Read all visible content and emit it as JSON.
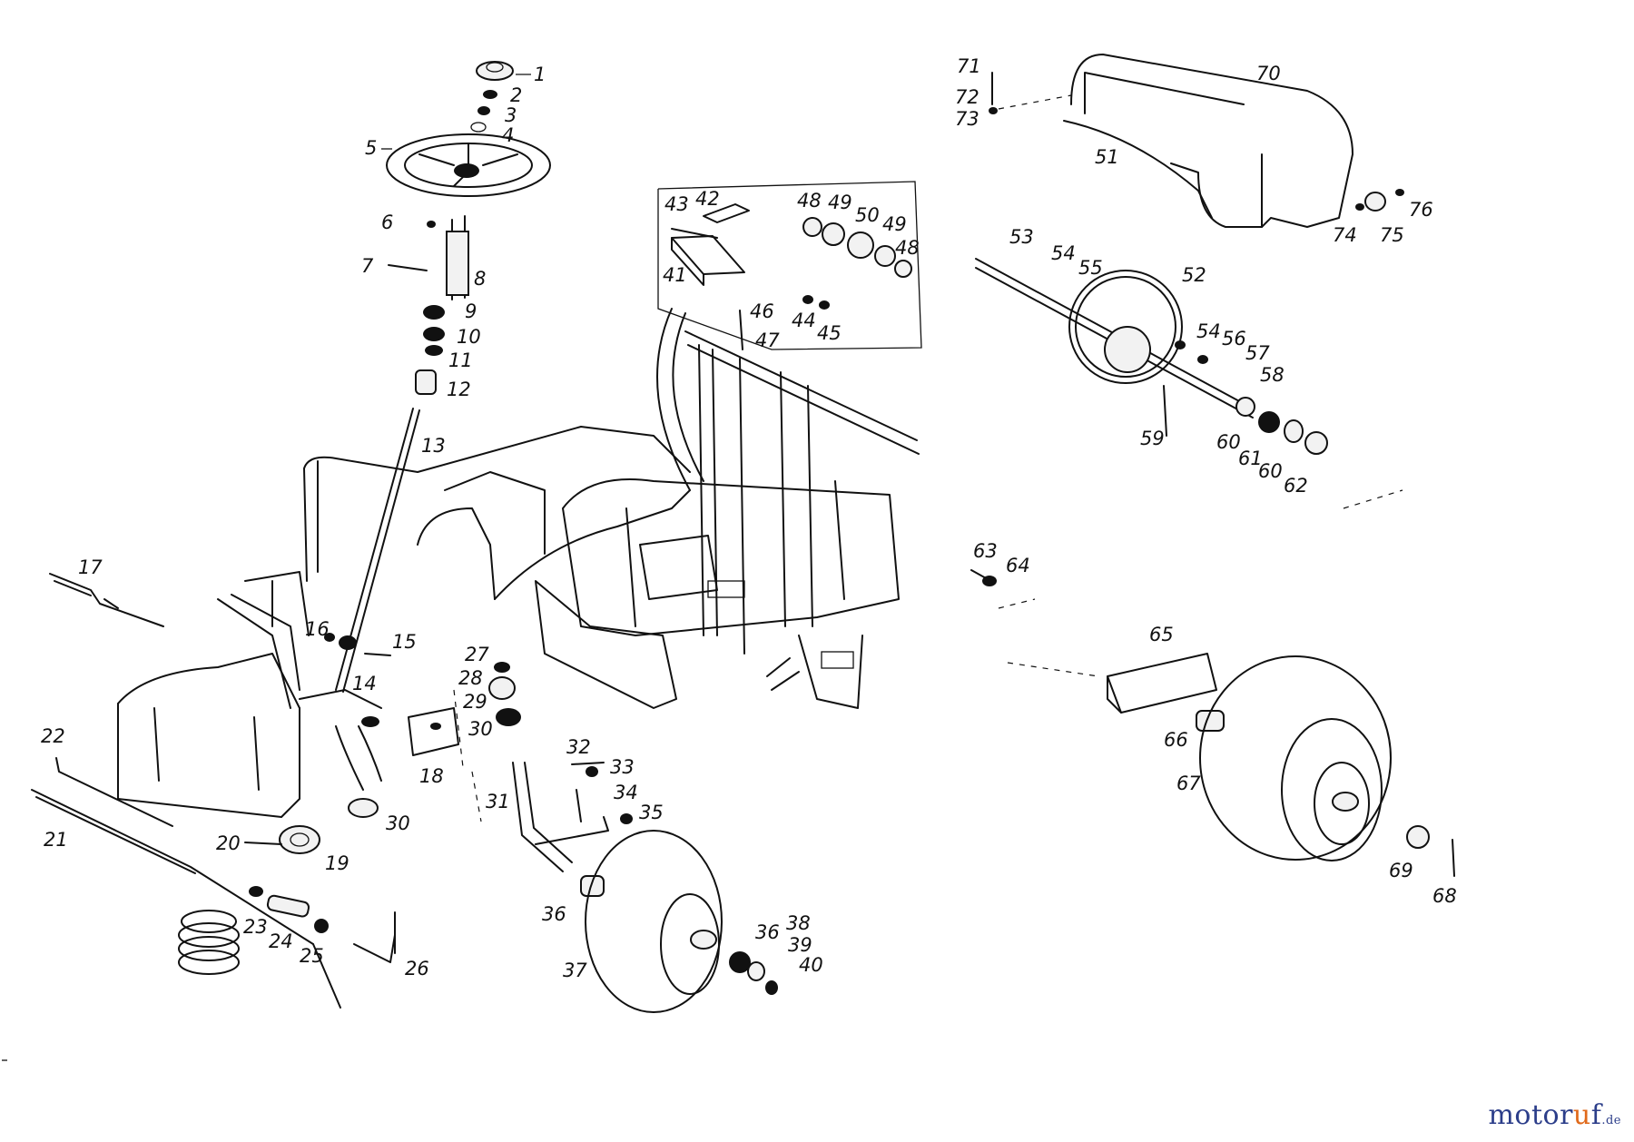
{
  "image": "exploded-view parts diagram of a riding mower chassis and steering",
  "callouts": [
    {
      "num": "1",
      "label": "1"
    },
    {
      "num": "2",
      "label": "2"
    },
    {
      "num": "3",
      "label": "3"
    },
    {
      "num": "4",
      "label": "4"
    },
    {
      "num": "5",
      "label": "5"
    },
    {
      "num": "6",
      "label": "6"
    },
    {
      "num": "7",
      "label": "7"
    },
    {
      "num": "8",
      "label": "8"
    },
    {
      "num": "9",
      "label": "9"
    },
    {
      "num": "10",
      "label": "10"
    },
    {
      "num": "11",
      "label": "11"
    },
    {
      "num": "12",
      "label": "12"
    },
    {
      "num": "13",
      "label": "13"
    },
    {
      "num": "14",
      "label": "14"
    },
    {
      "num": "15",
      "label": "15"
    },
    {
      "num": "16",
      "label": "16"
    },
    {
      "num": "17",
      "label": "17"
    },
    {
      "num": "18",
      "label": "18"
    },
    {
      "num": "19",
      "label": "19"
    },
    {
      "num": "20",
      "label": "20"
    },
    {
      "num": "21",
      "label": "21"
    },
    {
      "num": "22",
      "label": "22"
    },
    {
      "num": "23",
      "label": "23"
    },
    {
      "num": "24",
      "label": "24"
    },
    {
      "num": "25",
      "label": "25"
    },
    {
      "num": "26",
      "label": "26"
    },
    {
      "num": "27",
      "label": "27"
    },
    {
      "num": "28",
      "label": "28"
    },
    {
      "num": "29",
      "label": "29"
    },
    {
      "num": "30",
      "label": "30"
    },
    {
      "num": "30b",
      "label": "30"
    },
    {
      "num": "31",
      "label": "31"
    },
    {
      "num": "32",
      "label": "32"
    },
    {
      "num": "33",
      "label": "33"
    },
    {
      "num": "34",
      "label": "34"
    },
    {
      "num": "35",
      "label": "35"
    },
    {
      "num": "36",
      "label": "36"
    },
    {
      "num": "36b",
      "label": "36"
    },
    {
      "num": "37",
      "label": "37"
    },
    {
      "num": "38",
      "label": "38"
    },
    {
      "num": "39",
      "label": "39"
    },
    {
      "num": "40",
      "label": "40"
    },
    {
      "num": "41",
      "label": "41"
    },
    {
      "num": "42",
      "label": "42"
    },
    {
      "num": "43",
      "label": "43"
    },
    {
      "num": "44",
      "label": "44"
    },
    {
      "num": "45",
      "label": "45"
    },
    {
      "num": "46",
      "label": "46"
    },
    {
      "num": "47",
      "label": "47"
    },
    {
      "num": "48",
      "label": "48"
    },
    {
      "num": "48b",
      "label": "48"
    },
    {
      "num": "49",
      "label": "49"
    },
    {
      "num": "49b",
      "label": "49"
    },
    {
      "num": "50",
      "label": "50"
    },
    {
      "num": "51",
      "label": "51"
    },
    {
      "num": "52",
      "label": "52"
    },
    {
      "num": "53",
      "label": "53"
    },
    {
      "num": "54",
      "label": "54"
    },
    {
      "num": "54b",
      "label": "54"
    },
    {
      "num": "55",
      "label": "55"
    },
    {
      "num": "56",
      "label": "56"
    },
    {
      "num": "57",
      "label": "57"
    },
    {
      "num": "58",
      "label": "58"
    },
    {
      "num": "59",
      "label": "59"
    },
    {
      "num": "60",
      "label": "60"
    },
    {
      "num": "60b",
      "label": "60"
    },
    {
      "num": "61",
      "label": "61"
    },
    {
      "num": "62",
      "label": "62"
    },
    {
      "num": "63",
      "label": "63"
    },
    {
      "num": "64",
      "label": "64"
    },
    {
      "num": "65",
      "label": "65"
    },
    {
      "num": "66",
      "label": "66"
    },
    {
      "num": "67",
      "label": "67"
    },
    {
      "num": "68",
      "label": "68"
    },
    {
      "num": "69",
      "label": "69"
    },
    {
      "num": "70",
      "label": "70"
    },
    {
      "num": "71",
      "label": "71"
    },
    {
      "num": "72",
      "label": "72"
    },
    {
      "num": "73",
      "label": "73"
    },
    {
      "num": "74",
      "label": "74"
    },
    {
      "num": "75",
      "label": "75"
    },
    {
      "num": "76",
      "label": "76"
    }
  ],
  "watermark": {
    "brand_main": "motor",
    "brand_o": "u",
    "brand_tail": "f",
    "tld": ".de"
  }
}
